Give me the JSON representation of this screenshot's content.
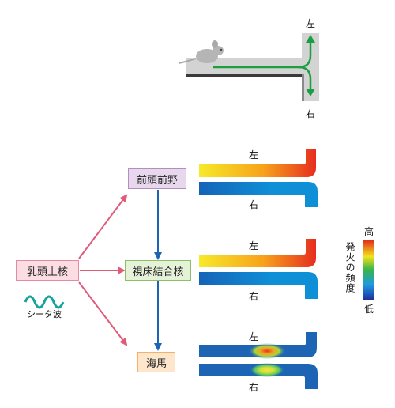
{
  "colors": {
    "pink": "#e05a7a",
    "blue": "#1e64b4",
    "green": "#1aa040",
    "maze_gray": "#d3d3d3",
    "box_mammillary": "#fbdde3",
    "box_prefrontal": "#e8d8ee",
    "box_thalamus": "#e6f2d8",
    "box_hippocampus": "#fde6cc"
  },
  "maze": {
    "left_label": "左",
    "right_label": "右"
  },
  "regions": {
    "mammillary": "乳頭上核",
    "theta_wave": "シータ波",
    "prefrontal": "前頭前野",
    "thalamus": "視床結合核",
    "hippocampus": "海馬"
  },
  "tracks": {
    "prefrontal": {
      "left_label": "左",
      "right_label": "右",
      "pattern": "gradient"
    },
    "thalamus": {
      "left_label": "左",
      "right_label": "右",
      "pattern": "gradient"
    },
    "hippocampus": {
      "left_label": "左",
      "right_label": "右",
      "pattern": "spot"
    }
  },
  "legend": {
    "title": "発火の頻度",
    "high": "高",
    "low": "低"
  }
}
